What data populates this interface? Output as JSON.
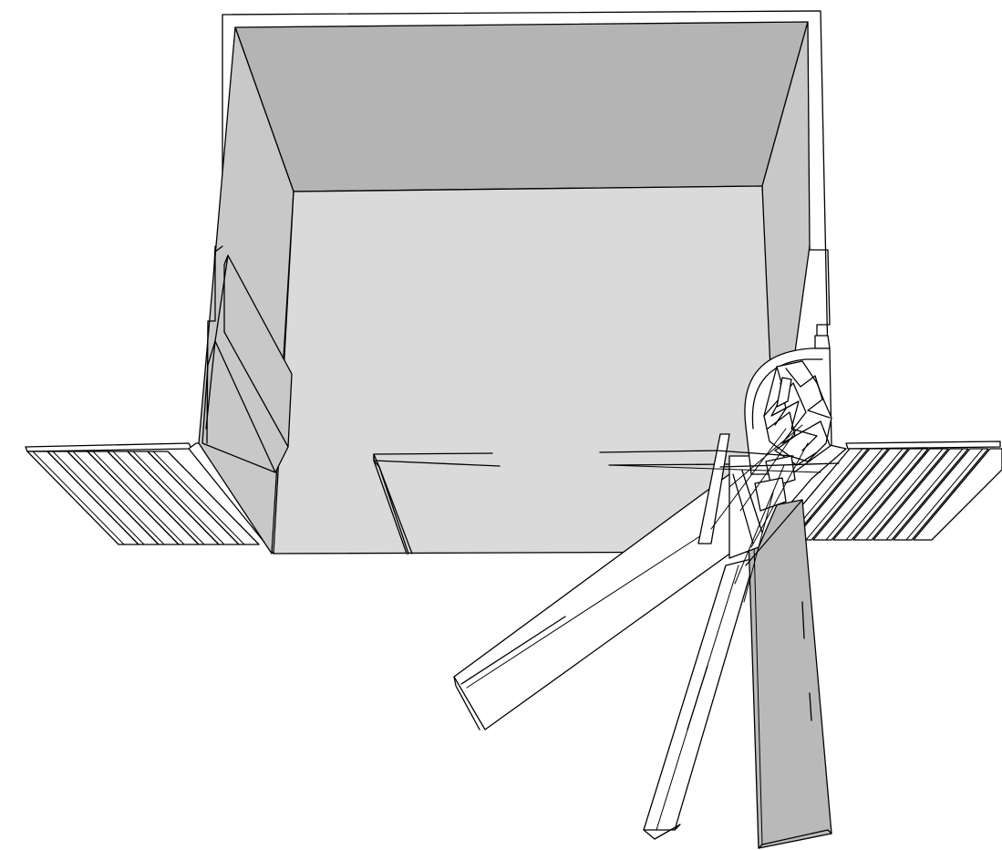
{
  "figure": {
    "colors": {
      "background": "#ffffff",
      "back_wall": "#b4b4b4",
      "side_wall": "#c8c8c8",
      "floor": "#dadada",
      "open_door": "#b9b9b9",
      "outline": "#000000"
    },
    "parts": [
      "wall-outline",
      "back-wall",
      "left-wall",
      "right-wall",
      "floor",
      "left-fence",
      "right-fence",
      "door-panels",
      "hinge-mechanism"
    ]
  }
}
